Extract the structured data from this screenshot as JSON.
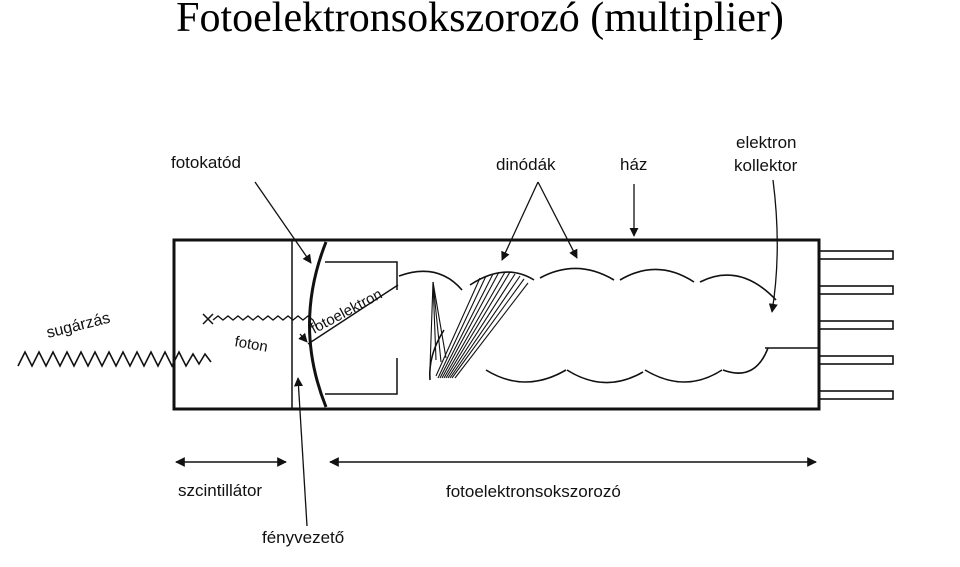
{
  "title": "Fotoelektronsokszorozó (multiplier)",
  "labels": {
    "photocathode": "fotokatód",
    "dynodes": "dinódák",
    "housing": "ház",
    "collector_line1": "elektron",
    "collector_line2": "kollektor",
    "radiation": "sugárzás",
    "photon": "foton",
    "photoelectron": "fotoelektron",
    "scintillator": "szcintillátor",
    "multiplier_range": "fotoelektronsokszorozó",
    "light_guide": "fényvezető"
  }
}
